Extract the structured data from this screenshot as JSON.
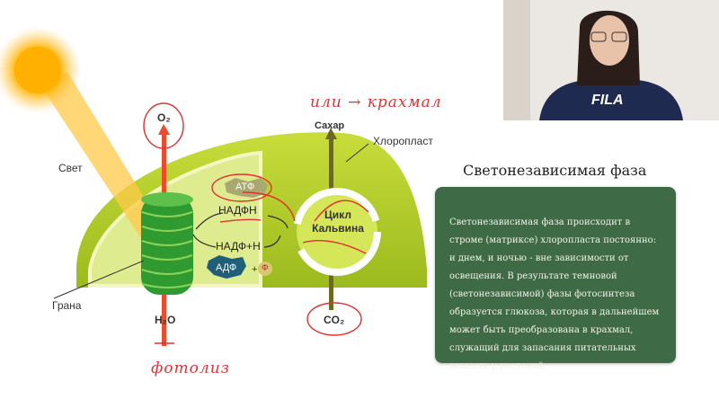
{
  "diagram": {
    "labels": {
      "light": "Свет",
      "o2": "O₂",
      "h2o": "H₂O",
      "grana": "Грана",
      "sugar": "Сахар",
      "chloroplast": "Хлоропласт",
      "atp": "АТФ",
      "nadph": "НАДФН",
      "nadp": "НАДФ+Н",
      "adp": "АДФ",
      "plus": "+",
      "phosphate": "Ф",
      "calvin_cycle": "Цикл Кальвина",
      "co2": "CO₂"
    },
    "handwriting": {
      "top": "или → крахмал",
      "bottom": "фотолиз"
    }
  },
  "section": {
    "heading": "Светонезависимая фаза",
    "body": "Светонезависимая фаза происходит в строме (матриксе) хлоропласта постоянно: и днем, и ночью - вне зависимости от освещения.  В результате темновой (светонезависимой) фазы фотосинтеза образуется глюкоза, которая в дальнейшем может быть преобразована в крахмал, служащий для запасания питательных веществ у растений."
  },
  "webcam": {
    "shirt_logo": "FILA"
  },
  "colors": {
    "card": "#3e6b45",
    "annotation": "#dd3333",
    "chloroplast": "#b5cf2a"
  }
}
